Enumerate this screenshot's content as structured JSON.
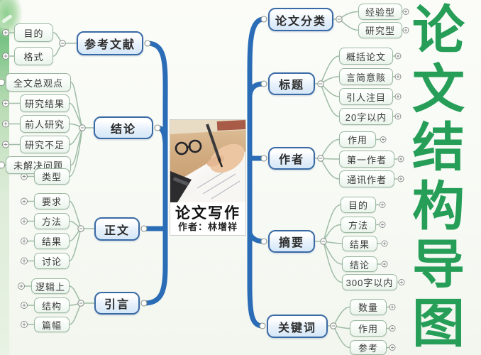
{
  "page_title": "论文结构导图",
  "side_title": {
    "text": "论文结构导图",
    "chars": [
      "论",
      "文",
      "结",
      "构",
      "导",
      "图"
    ],
    "color": "#279e58"
  },
  "center": {
    "title": "论文写作",
    "author_line": "作者：林增祥",
    "photo": "hand-writing-with-pen-on-paper"
  },
  "branches": {
    "left": [
      {
        "label": "参考文献",
        "children": [
          {
            "label": "目的"
          },
          {
            "label": "格式"
          }
        ]
      },
      {
        "label": "结论",
        "children": [
          {
            "label": "全文总观点"
          },
          {
            "label": "研究结果"
          },
          {
            "label": "前人研究"
          },
          {
            "label": "研究不足"
          },
          {
            "label": "未解决问题"
          },
          {
            "label": "类型"
          }
        ]
      },
      {
        "label": "正文",
        "children": [
          {
            "label": "要求"
          },
          {
            "label": "方法"
          },
          {
            "label": "结果"
          },
          {
            "label": "讨论"
          }
        ]
      },
      {
        "label": "引言",
        "children": [
          {
            "label": "逻辑上"
          },
          {
            "label": "结构"
          },
          {
            "label": "篇幅"
          }
        ]
      }
    ],
    "right": [
      {
        "label": "论文分类",
        "children": [
          {
            "label": "经验型"
          },
          {
            "label": "研究型"
          }
        ]
      },
      {
        "label": "标题",
        "children": [
          {
            "label": "概括论文"
          },
          {
            "label": "言简意赅"
          },
          {
            "label": "引人注目"
          },
          {
            "label": "20字以内"
          }
        ]
      },
      {
        "label": "作者",
        "children": [
          {
            "label": "作用"
          },
          {
            "label": "第一作者"
          },
          {
            "label": "通讯作者"
          }
        ]
      },
      {
        "label": "摘要",
        "children": [
          {
            "label": "目的"
          },
          {
            "label": "方法"
          },
          {
            "label": "结果"
          },
          {
            "label": "结论"
          },
          {
            "label": "300字以内"
          }
        ]
      },
      {
        "label": "关键词",
        "children": [
          {
            "label": "数量"
          },
          {
            "label": "作用"
          },
          {
            "label": "参考"
          }
        ]
      }
    ]
  },
  "icons": {
    "expand_plus": "+",
    "collapse_minus": "−"
  },
  "colors": {
    "main_branch_border": "#3a6aa6",
    "main_branch_fill": "#d5e7f7",
    "spine_blue": "#2b6cb6",
    "leaf_border": "#9cb8a1",
    "leaf_fill": "#eaf4ec",
    "connector_green": "#9fbca6",
    "title_green": "#279e58"
  }
}
